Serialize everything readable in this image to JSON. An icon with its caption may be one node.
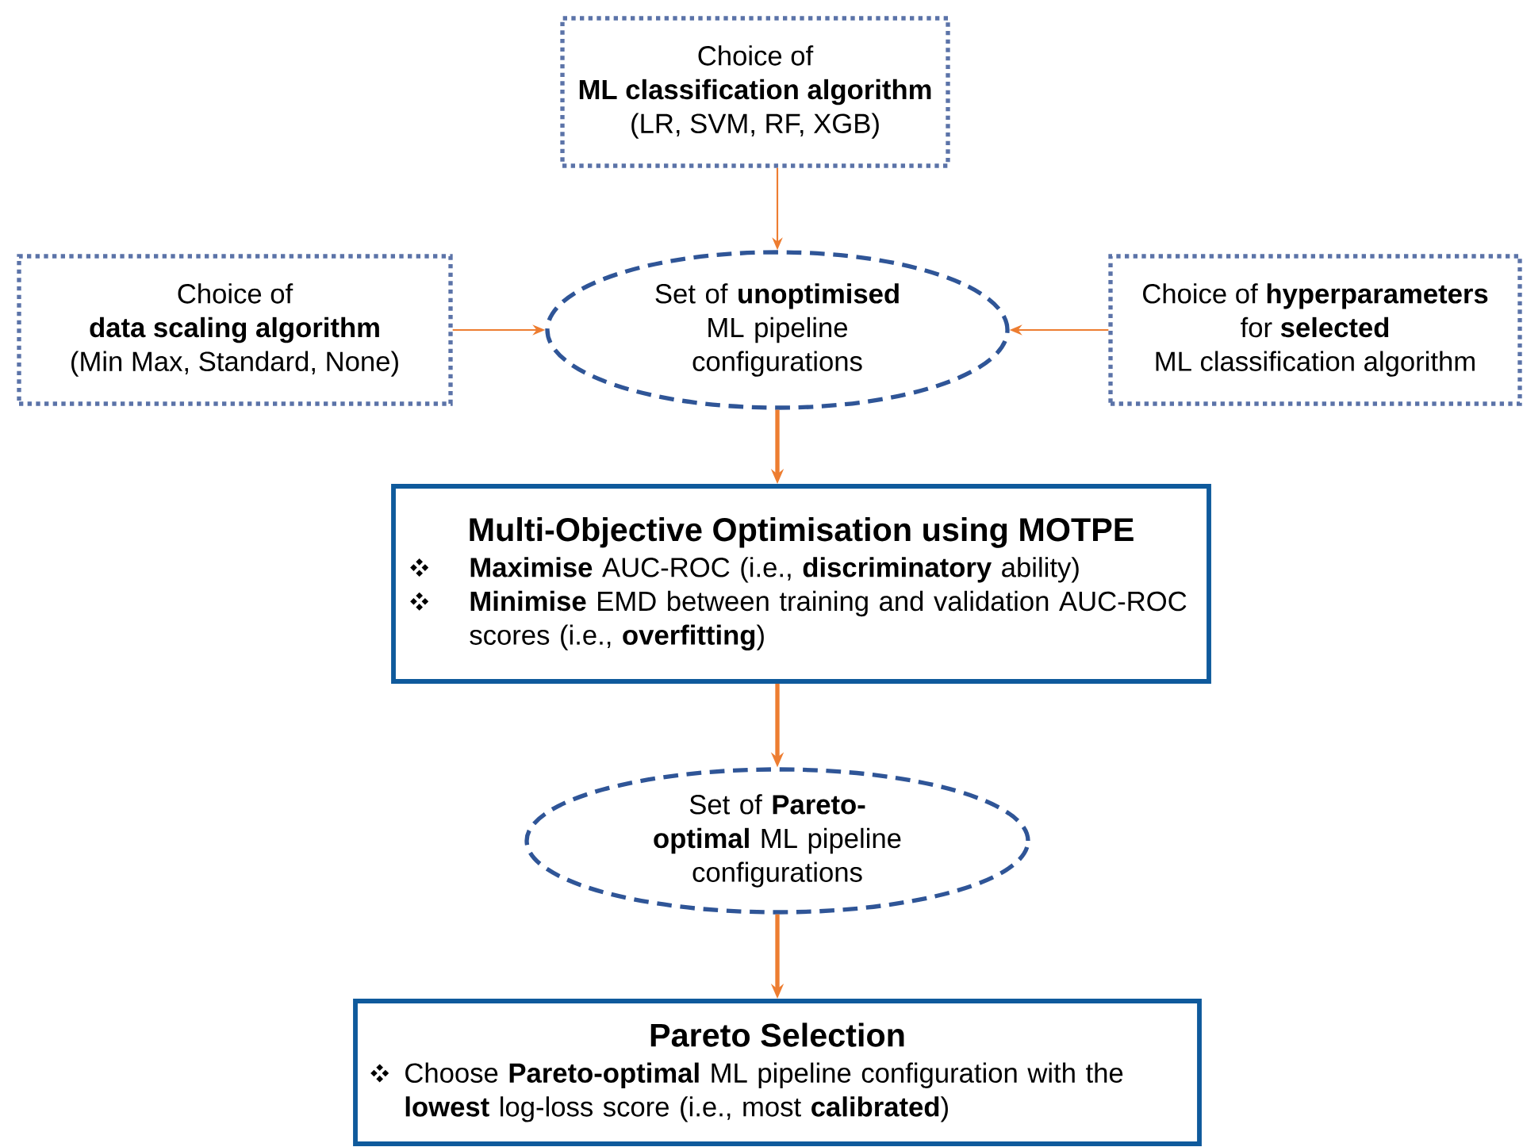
{
  "diagram": {
    "nodes": [
      {
        "text": [
          "Choice of",
          "ML classification algorithm",
          "(LR, SVM, RF, XGB)"
        ]
      },
      {
        "text": [
          "Choice of",
          "data scaling algorithm",
          "(Min Max, Standard, None)"
        ]
      },
      {
        "text": [
          "Set of **unoptimised** ML pipeline configurations"
        ]
      },
      {
        "text": [
          "Choice of **hyperparameters**",
          "for **selected**",
          "ML classification algorithm"
        ]
      },
      {
        "text": [
          "Multi-Objective Optimisation using MOTPE",
          "**Maximise** AUC-ROC (i.e., **discriminatory** ability)",
          "**Minimise** EMD between training and validation AUC-ROC scores (i.e., **overfitting**)"
        ]
      },
      {
        "text": [
          "Set of **Pareto-optimal** ML pipeline configurations"
        ]
      },
      {
        "text": [
          "Pareto Selection",
          "Choose **Pareto-optimal** ML pipeline configuration with the **lowest** log-loss score (i.e., most **calibrated**)"
        ]
      }
    ],
    "edges": [
      {
        "from": 0,
        "to": 2,
        "arrow": "to"
      },
      {
        "from": 1,
        "to": 2,
        "arrow": "to"
      },
      {
        "from": 3,
        "to": 2,
        "arrow": "to"
      },
      {
        "from": 2,
        "to": 4,
        "arrow": "to",
        "style": "thick"
      },
      {
        "from": 4,
        "to": 5,
        "arrow": "to",
        "style": "thick"
      },
      {
        "from": 5,
        "to": 6,
        "arrow": "to",
        "style": "thick"
      }
    ]
  }
}
